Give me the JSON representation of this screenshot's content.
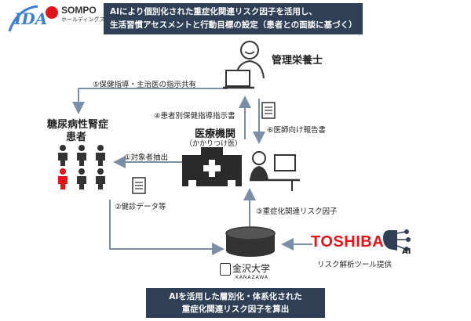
{
  "logos": {
    "ida": "IDA",
    "sompo_main": "SOMPO",
    "sompo_sub": "ホールディングス",
    "toshiba": "TOSHIBA",
    "ai_badge": "AI",
    "kanazawa": "金沢大学",
    "kanazawa_sub": "KANAZAWA"
  },
  "banners": {
    "top_line1": "AIにより個別化された重症化関連リスク因子を活用し、",
    "top_line2": "生活習慣アセスメントと行動目標の設定（患者との面談に基づく）",
    "bottom_line1": "AIを活用した層別化・体系化された",
    "bottom_line2": "重症化関連リスク因子を算出"
  },
  "nodes": {
    "dietitian": "管理栄養士",
    "hospital_title": "医療機関",
    "hospital_sub": "（かかりつけ医）",
    "patients_line1": "糖尿病性腎症",
    "patients_line2": "患者"
  },
  "flows": {
    "f1": "①対象者抽出",
    "f2": "②健診データ等",
    "f3": "③重症化関連リスク因子",
    "f4": "④患者別保健指導指示書",
    "f5": "⑤保健指導・主治医の指示共有",
    "f6": "⑥医師向け報告書",
    "risk_tool": "リスク解析ツール提供"
  },
  "colors": {
    "navy": "#2f3f56",
    "line": "#7a8fa6",
    "icon": "#333333",
    "patient_red": "#e3141b",
    "toshiba_red": "#e3141b",
    "ida_blue": "#3a7fd0"
  }
}
